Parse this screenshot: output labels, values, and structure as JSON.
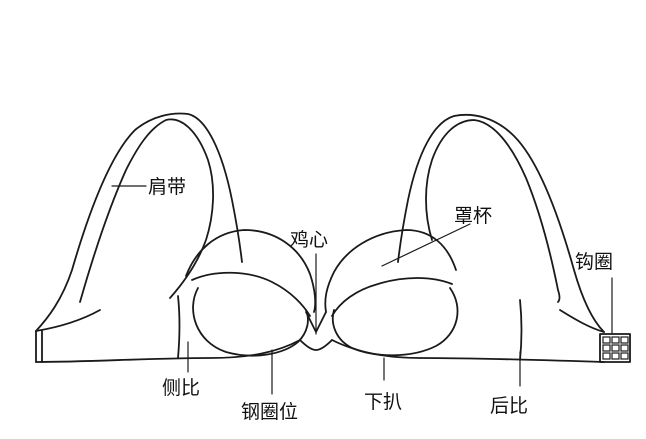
{
  "labels": {
    "shoulder_strap": "肩带",
    "cup": "罩杯",
    "center_gore": "鸡心",
    "hook_eye": "钩圈",
    "side_panel": "侧比",
    "wire_channel": "钢圈位",
    "lower_band": "下扒",
    "back_band": "后比"
  }
}
